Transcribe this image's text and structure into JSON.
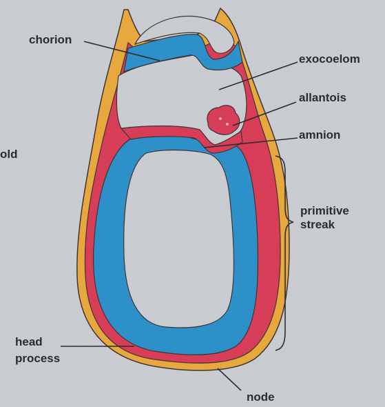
{
  "labels": {
    "chorion": "chorion",
    "exocoelom": "exocoelom",
    "allantois": "allantois",
    "amnion": "amnion",
    "fold_partial": "old",
    "primitive_streak_line1": "primitive",
    "primitive_streak_line2": "streak",
    "head_process_line1": "head",
    "head_process_line2": "process",
    "node": "node"
  },
  "colors": {
    "background": "#c9cdd1",
    "ectoderm_yellow": "#e8a73a",
    "mesoderm_red": "#d83a55",
    "endoderm_blue": "#2a8fc9",
    "outline": "#3a3030",
    "text": "#2b2b30"
  }
}
